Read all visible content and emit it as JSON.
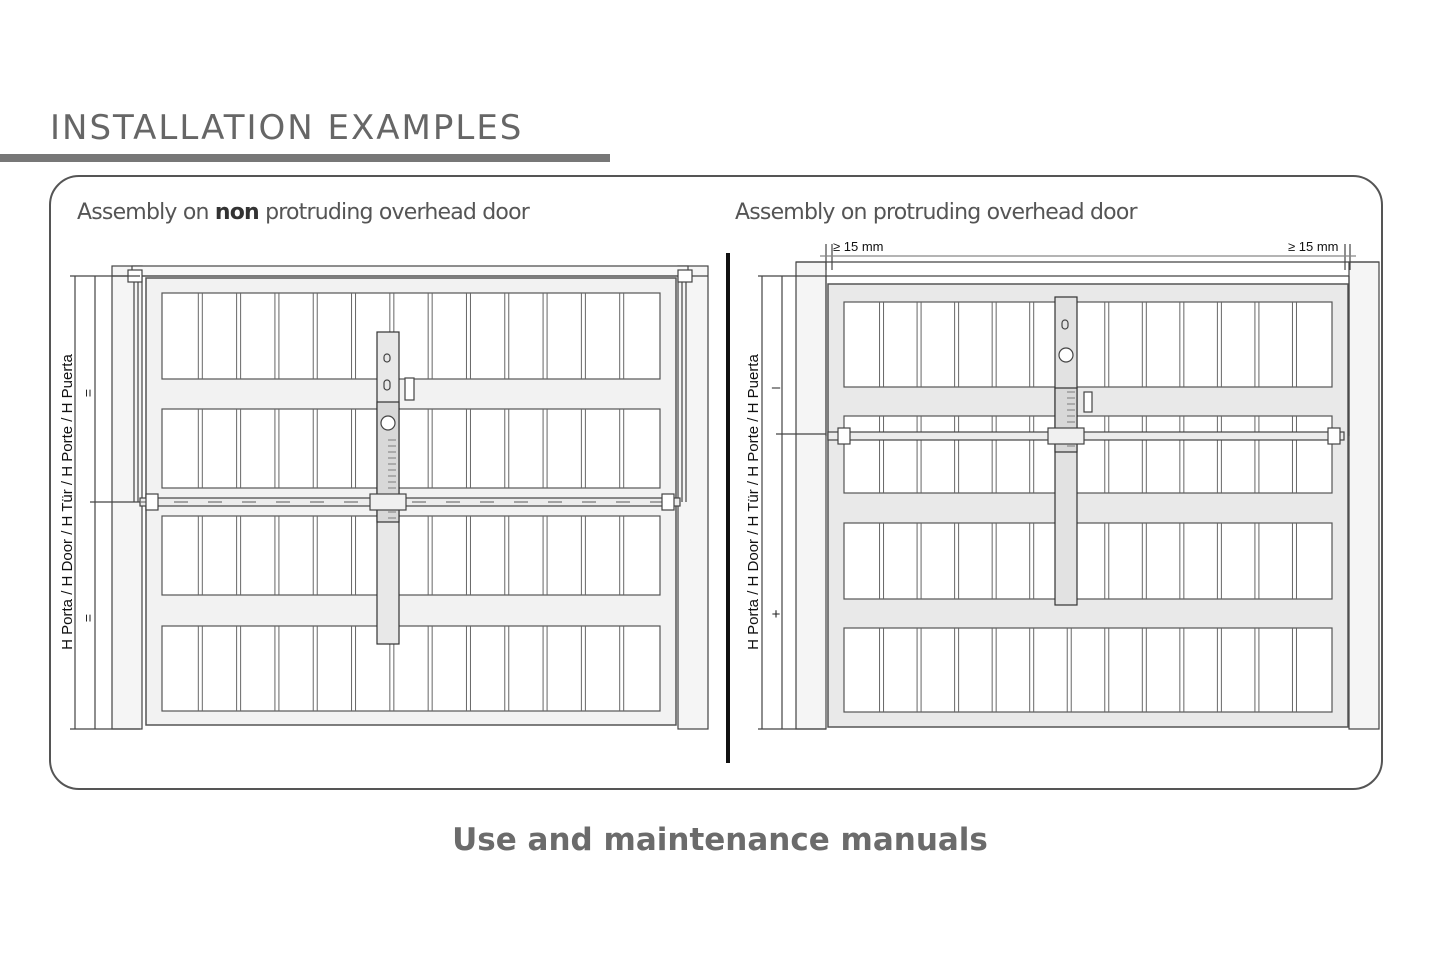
{
  "title": "INSTALLATION EXAMPLES",
  "left": {
    "caption_pre": "Assembly on ",
    "caption_bold": "non",
    "caption_post": " protruding overhead door",
    "height_label": "H Porta / H Door / H Tür / H Porte / H Puerta",
    "upper_mark": "=",
    "lower_mark": "="
  },
  "right": {
    "caption": "Assembly on protruding overhead door",
    "height_label": "H Porta / H Door / H Tür / H Porte / H Puerta",
    "upper_mark": "–",
    "lower_mark": "+",
    "clearance_left": "≥ 15 mm",
    "clearance_right": "≥ 15 mm"
  },
  "footer": "Use and maintenance manuals"
}
